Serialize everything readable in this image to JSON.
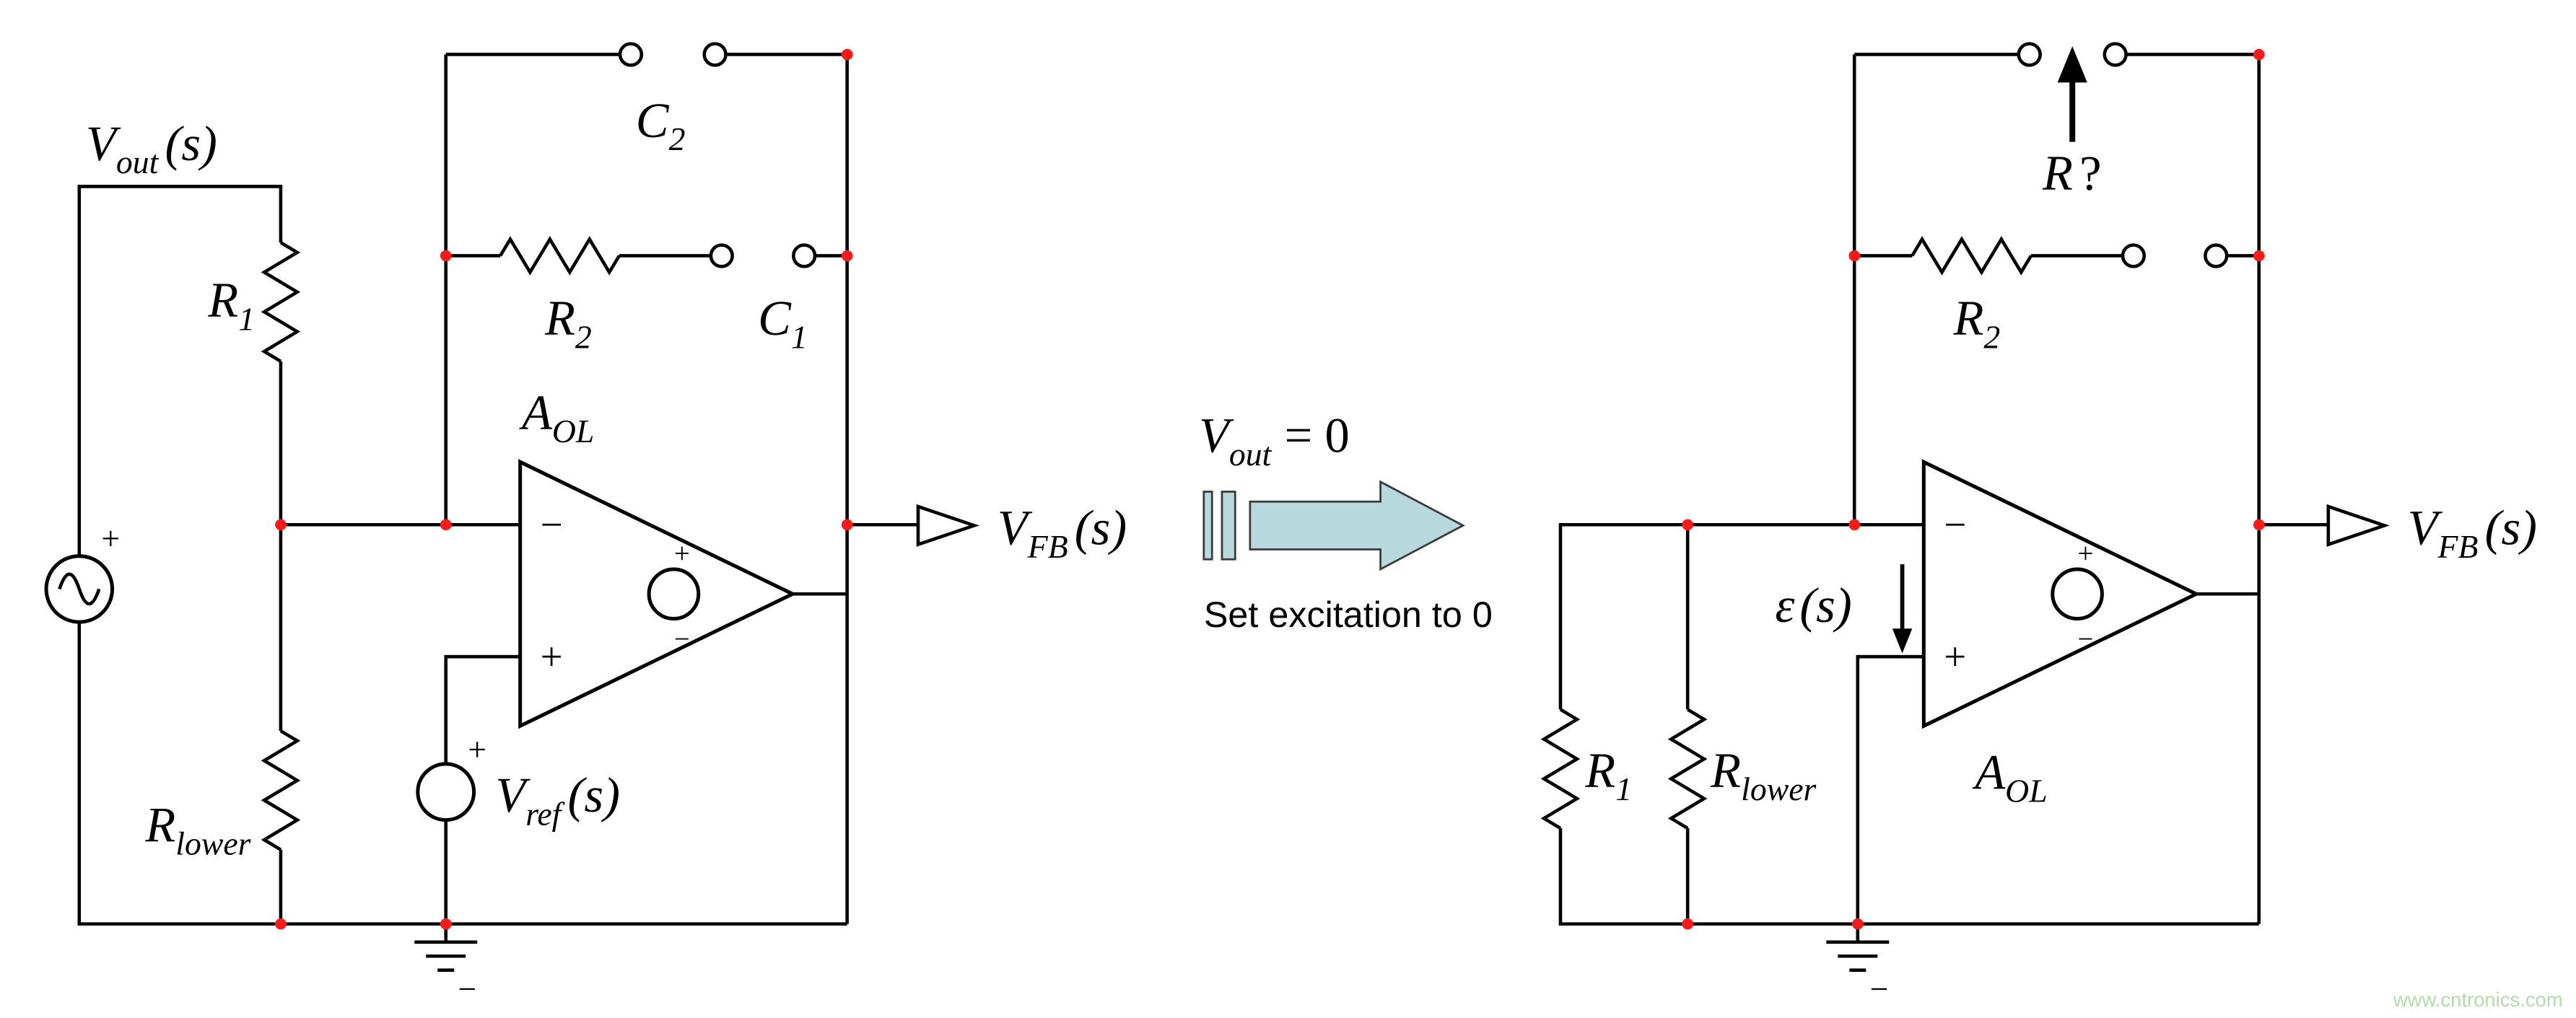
{
  "symbols": {
    "plus": "+",
    "minus": "−"
  },
  "colors": {
    "wire": "#000000",
    "junction_dot": "#ff1a1a",
    "transform_arrow_fill": "#b7d8dd",
    "watermark": "#a5d69b"
  },
  "left_circuit": {
    "vout": {
      "base": "V",
      "sub": "out",
      "arg": "(s)"
    },
    "r1": {
      "base": "R",
      "sub": "1"
    },
    "rlower": {
      "base": "R",
      "sub": "lower"
    },
    "c2": {
      "base": "C",
      "sub": "2"
    },
    "r2": {
      "base": "R",
      "sub": "2"
    },
    "c1": {
      "base": "C",
      "sub": "1"
    },
    "aol": {
      "base": "A",
      "sub": "OL"
    },
    "vref": {
      "base": "V",
      "sub": "ref",
      "arg": "(s)"
    },
    "vfb": {
      "base": "V",
      "sub": "FB",
      "arg": "(s)"
    }
  },
  "transform": {
    "condition": {
      "base": "V",
      "sub": "out",
      "eq": "= 0"
    },
    "caption": "Set excitation to 0"
  },
  "right_circuit": {
    "r_unknown": {
      "base": "R",
      "suffix": "?"
    },
    "r2": {
      "base": "R",
      "sub": "2"
    },
    "r1": {
      "base": "R",
      "sub": "1"
    },
    "rlower": {
      "base": "R",
      "sub": "lower"
    },
    "epsilon": {
      "base": "ε",
      "arg": "(s)"
    },
    "aol": {
      "base": "A",
      "sub": "OL"
    },
    "vfb": {
      "base": "V",
      "sub": "FB",
      "arg": "(s)"
    }
  },
  "watermark": "www.cntronics.com"
}
